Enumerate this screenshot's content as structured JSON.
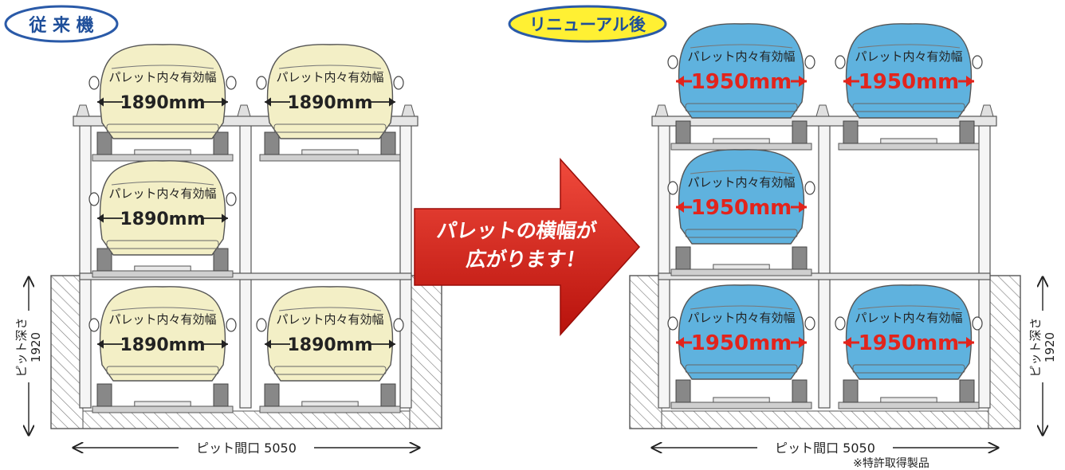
{
  "badges": {
    "old": "従 来 機",
    "new": "リニューアル後"
  },
  "arrow": {
    "line1": "パレットの横幅が",
    "line2": "広がります！"
  },
  "panels": {
    "old": {
      "caption": "パレット内々有効幅",
      "width_value": "1890",
      "width_unit": "mm",
      "pit_opening": "ピット間口 5050",
      "pit_depth_label": "ピット深さ",
      "pit_depth_value": "1920"
    },
    "new": {
      "caption": "パレット内々有効幅",
      "width_value": "1950",
      "width_unit": "mm",
      "pit_opening": "ピット間口 5050",
      "pit_depth_label": "ピット深さ",
      "pit_depth_value": "1920"
    }
  },
  "footnote": "※特許取得製品",
  "colors": {
    "old_car": "#f3efc6",
    "new_car": "#5fb2de",
    "red": "#e2241c",
    "badge_fill": "#fff033",
    "badge_text": "#1f4f9a",
    "badge_ring": "#2a5aa8",
    "frame": "#555555"
  }
}
